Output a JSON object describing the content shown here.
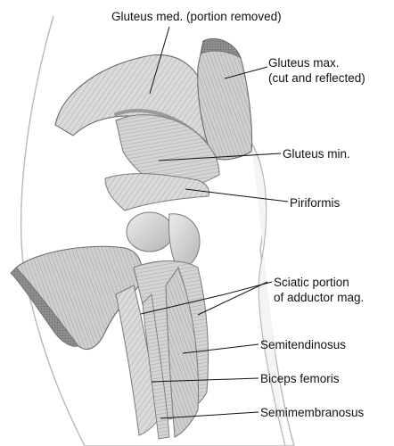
{
  "labels": {
    "gluteus_med": "Gluteus med. (portion removed)",
    "gluteus_max_line1": "Gluteus max.",
    "gluteus_max_line2": "(cut and reflected)",
    "gluteus_min": "Gluteus min.",
    "piriformis": "Piriformis",
    "sciatic_line1": "Sciatic portion",
    "sciatic_line2": "of adductor mag.",
    "semitendinosus": "Semitendinosus",
    "biceps_femoris": "Biceps femoris",
    "semimembranosus": "Semimembranosus"
  },
  "colors": {
    "skin_outline": "#b8b8b8",
    "muscle_light": "#e2e2e2",
    "muscle_mid": "#bdbdbd",
    "muscle_dark": "#8a8a8a",
    "cut_edge": "#6a6a6a",
    "leader_line": "#111111"
  }
}
